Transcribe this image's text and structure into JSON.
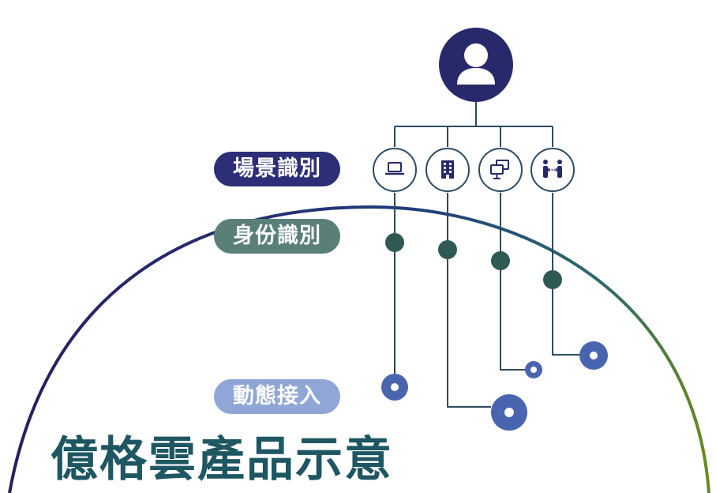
{
  "title": "億格雲產品示意",
  "labels": {
    "scene": "場景識別",
    "identity": "身份識別",
    "dynamic": "動態接入"
  },
  "top_node": {
    "icon": "user-icon"
  },
  "scene_nodes": [
    {
      "icon": "laptop-icon"
    },
    {
      "icon": "building-icon"
    },
    {
      "icon": "desktop-icon"
    },
    {
      "icon": "people-connect-icon"
    }
  ],
  "colors": {
    "navy": "#28296b",
    "scene_pill": "#2d2e78",
    "identity_pill": "#5a7f79",
    "dynamic_pill": "#8fa6d6",
    "title": "#1e5662",
    "identity_dot": "#2f5a53",
    "access_blue": "#4a65b0",
    "connector": "#2d4a60",
    "arc_start": "#2b1f5e",
    "arc_mid": "#1f3a7a",
    "arc_end": "#6b8a20"
  }
}
